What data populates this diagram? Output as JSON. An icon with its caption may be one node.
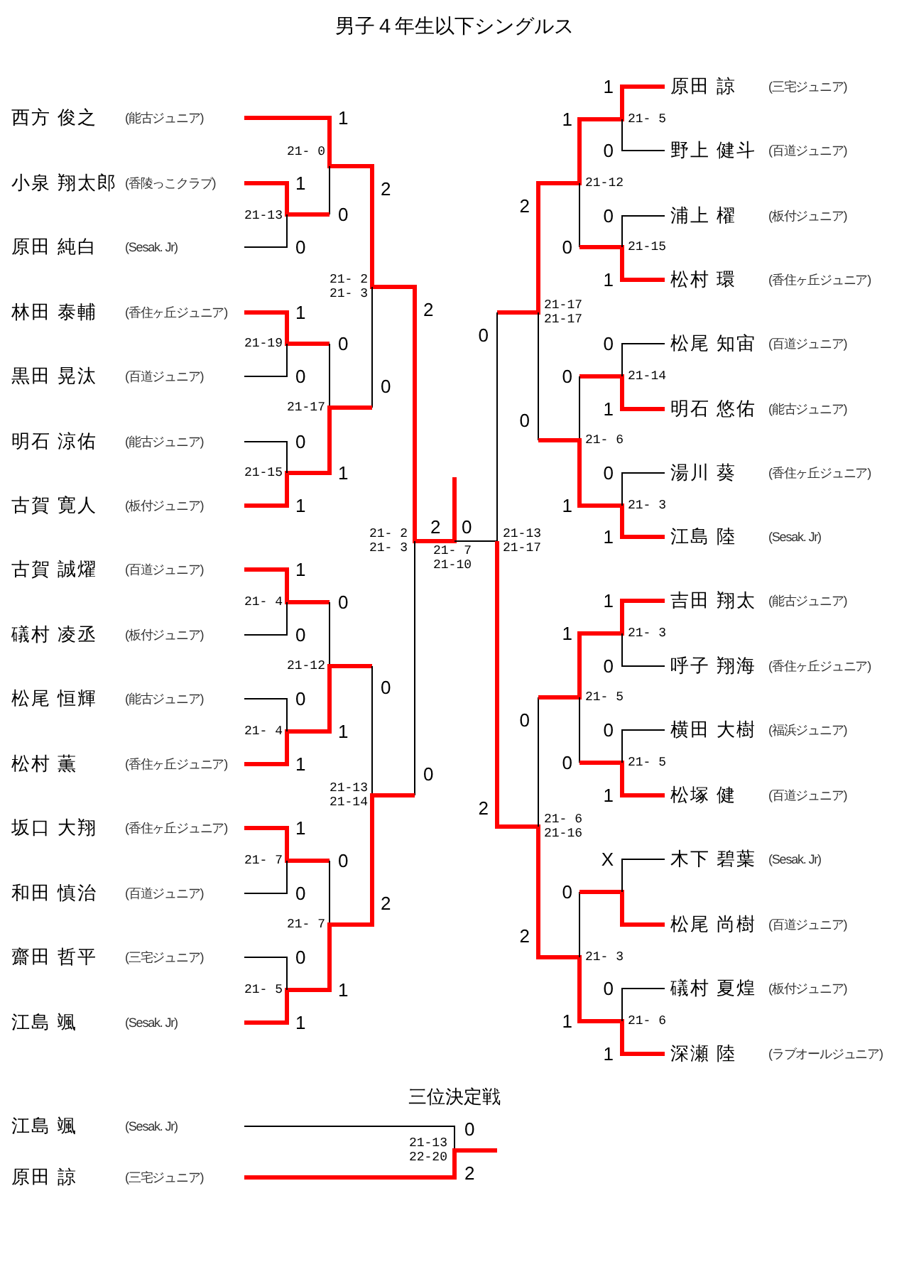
{
  "diagram": {
    "title": "男子４年生以下シングルス",
    "nodes": [
      {
        "text": [
          "西方 俊之",
          "(能古ジュニア)"
        ]
      },
      {
        "text": [
          "小泉 翔太郎",
          "(香陵っこクラブ)"
        ]
      },
      {
        "text": [
          "原田 純白",
          "(Sesak. Jr)"
        ]
      },
      {
        "text": [
          "林田 泰輔",
          "(香住ヶ丘ジュニア)"
        ]
      },
      {
        "text": [
          "黒田 晃汰",
          "(百道ジュニア)"
        ]
      },
      {
        "text": [
          "明石 涼佑",
          "(能古ジュニア)"
        ]
      },
      {
        "text": [
          "古賀 寛人",
          "(板付ジュニア)"
        ]
      },
      {
        "text": [
          "古賀 誠燿",
          "(百道ジュニア)"
        ]
      },
      {
        "text": [
          "礒村 凌丞",
          "(板付ジュニア)"
        ]
      },
      {
        "text": [
          "松尾 恒輝",
          "(能古ジュニア)"
        ]
      },
      {
        "text": [
          "松村 薫",
          "(香住ヶ丘ジュニア)"
        ]
      },
      {
        "text": [
          "坂口 大翔",
          "(香住ヶ丘ジュニア)"
        ]
      },
      {
        "text": [
          "和田 慎治",
          "(百道ジュニア)"
        ]
      },
      {
        "text": [
          "齋田 哲平",
          "(三宅ジュニア)"
        ]
      },
      {
        "text": [
          "江島 颯",
          "(Sesak. Jr)"
        ]
      },
      {
        "text": [
          "原田 諒",
          "(三宅ジュニア)"
        ]
      },
      {
        "text": [
          "野上 健斗",
          "(百道ジュニア)"
        ]
      },
      {
        "text": [
          "浦上 櫂",
          "(板付ジュニア)"
        ]
      },
      {
        "text": [
          "松村 環",
          "(香住ヶ丘ジュニア)"
        ]
      },
      {
        "text": [
          "松尾 知宙",
          "(百道ジュニア)"
        ]
      },
      {
        "text": [
          "明石 悠佑",
          "(能古ジュニア)"
        ]
      },
      {
        "text": [
          "湯川 葵",
          "(香住ヶ丘ジュニア)"
        ]
      },
      {
        "text": [
          "江島 陸",
          "(Sesak. Jr)"
        ]
      },
      {
        "text": [
          "吉田 翔太",
          "(能古ジュニア)"
        ]
      },
      {
        "text": [
          "呼子 翔海",
          "(香住ヶ丘ジュニア)"
        ]
      },
      {
        "text": [
          "横田 大樹",
          "(福浜ジュニア)"
        ]
      },
      {
        "text": [
          "松塚 健",
          "(百道ジュニア)"
        ]
      },
      {
        "text": [
          "木下 碧葉",
          "(Sesak. Jr)"
        ]
      },
      {
        "text": [
          "松尾 尚樹",
          "(百道ジュニア)"
        ]
      },
      {
        "text": [
          "礒村 夏煌",
          "(板付ジュニア)"
        ]
      },
      {
        "text": [
          "深瀬 陸",
          "(ラブオールジュニア)"
        ]
      },
      {
        "text": [
          "江島 颯",
          "(Sesak. Jr)"
        ]
      },
      {
        "text": [
          "原田 諒",
          "(三宅ジュニア)"
        ]
      }
    ],
    "labels": [
      "1",
      "21- 0",
      "1",
      "21-13",
      "0",
      "2",
      "0",
      "21- 2 21- 3",
      "1",
      "2",
      "21-19",
      "0",
      "0",
      "0",
      "21-17",
      "0",
      "21-15",
      "1",
      "1",
      "21- 2 21- 3",
      "2",
      "0",
      "21- 7 21-10",
      "1",
      "21- 4",
      "0",
      "0",
      "21-12",
      "0",
      "0",
      "21- 4",
      "1",
      "1",
      "0",
      "21-13 21-14",
      "1",
      "21- 7",
      "0",
      "0",
      "2",
      "21- 7",
      "0",
      "21- 5",
      "1",
      "1",
      "1",
      "21- 5",
      "1",
      "0",
      "21-12",
      "2",
      "0",
      "21-15",
      "0",
      "1",
      "21-17 21-17",
      "0",
      "0",
      "0",
      "21-14",
      "1",
      "0",
      "21- 6",
      "0",
      "1",
      "21- 3",
      "1",
      "21-13 21-17",
      "1",
      "1",
      "21- 3",
      "0",
      "21- 5",
      "0",
      "0",
      "0",
      "21- 5",
      "1",
      "2",
      "21- 6 21-16",
      "X",
      "0",
      "2",
      "21- 3",
      "0",
      "21- 6",
      "1",
      "1",
      "三位決定戦",
      "0",
      "21-13 22-20",
      "2"
    ]
  }
}
